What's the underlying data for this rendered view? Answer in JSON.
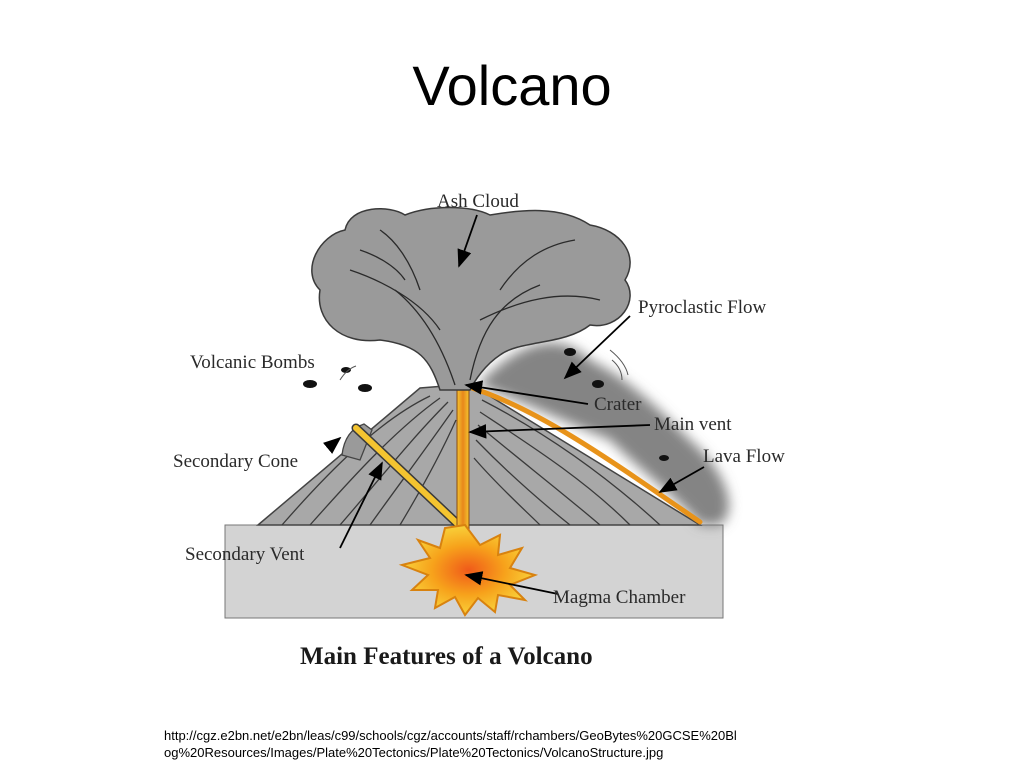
{
  "slide": {
    "title": "Volcano",
    "source_line1": "http://cgz.e2bn.net/e2bn/leas/c99/schools/cgz/accounts/staff/rchambers/GeoBytes%20GCSE%20Bl",
    "source_line2": "og%20Resources/Images/Plate%20Tectonics/Plate%20Tectonics/VolcanoStructure.jpg"
  },
  "diagram": {
    "caption": "Main Features of a Volcano",
    "labels": {
      "ash_cloud": "Ash Cloud",
      "pyroclastic_flow": "Pyroclastic Flow",
      "volcanic_bombs": "Volcanic Bombs",
      "crater": "Crater",
      "main_vent": "Main vent",
      "lava_flow": "Lava Flow",
      "secondary_cone": "Secondary Cone",
      "secondary_vent": "Secondary Vent",
      "magma_chamber": "Magma Chamber"
    }
  },
  "colors": {
    "cloud": "#9a9a9a",
    "cone": "#a8a8a8",
    "ground": "#d3d3d3",
    "magma": "#f7a21b",
    "lava": "#e8931a",
    "pyroclastic": "#6e6e6e"
  }
}
